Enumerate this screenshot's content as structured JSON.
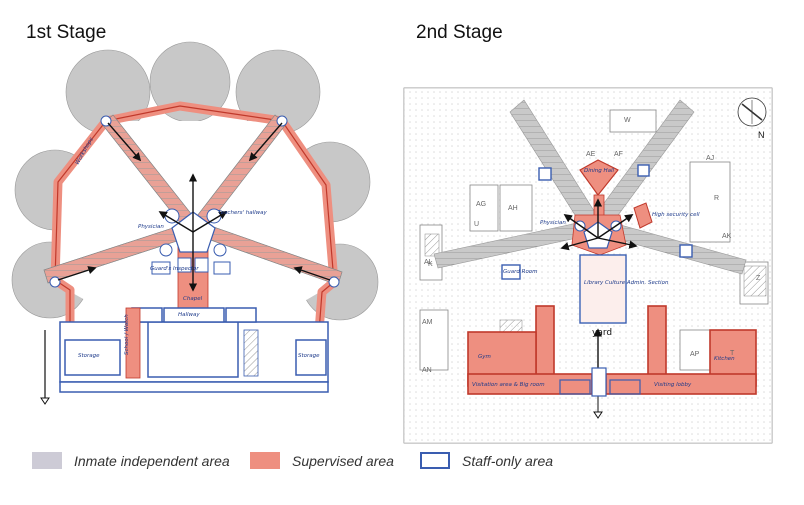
{
  "stages": [
    {
      "title": "1st Stage"
    },
    {
      "title": "2nd Stage"
    }
  ],
  "stage1_labels": {
    "workshops": "Workshops",
    "physician": "Physician",
    "teachers_hallway": "Teachers' hallway",
    "chapel": "Chapel",
    "hallway": "Hallway",
    "storage_left": "Storage",
    "storage_right": "Storage",
    "guards_inspector": "Guard's Inspector",
    "school_watch": "School / Watch"
  },
  "stage2_labels": {
    "dining_hall": "Dining Hall",
    "high_security_cell": "High security cell",
    "physician": "Physician",
    "guard_room": "Guard Room",
    "library": "Library Culture Admin. Section",
    "yard": "yard",
    "gym": "Gym",
    "kitchen": "Kitchen",
    "visitation": "Visitation area & Big room",
    "visiting_lobby": "Visiting lobby",
    "north": "N",
    "zones": [
      "AE",
      "AF",
      "AG",
      "AH",
      "AJ",
      "AK",
      "AL",
      "AM",
      "AN",
      "AP",
      "W",
      "U",
      "K",
      "Z",
      "R",
      "T"
    ]
  },
  "legend": [
    {
      "label": "Inmate independent area",
      "color": "#cdcbd6"
    },
    {
      "label": "Supervised area",
      "color": "#ee8f80"
    },
    {
      "label": "Staff-only area",
      "color": "#ffffff",
      "border": "#3a5db0"
    }
  ],
  "colors": {
    "inmate": "#cdcbd6",
    "supervised": "#ee8f80",
    "staff": "#3a5db0",
    "wing": "#c9c9c9"
  }
}
